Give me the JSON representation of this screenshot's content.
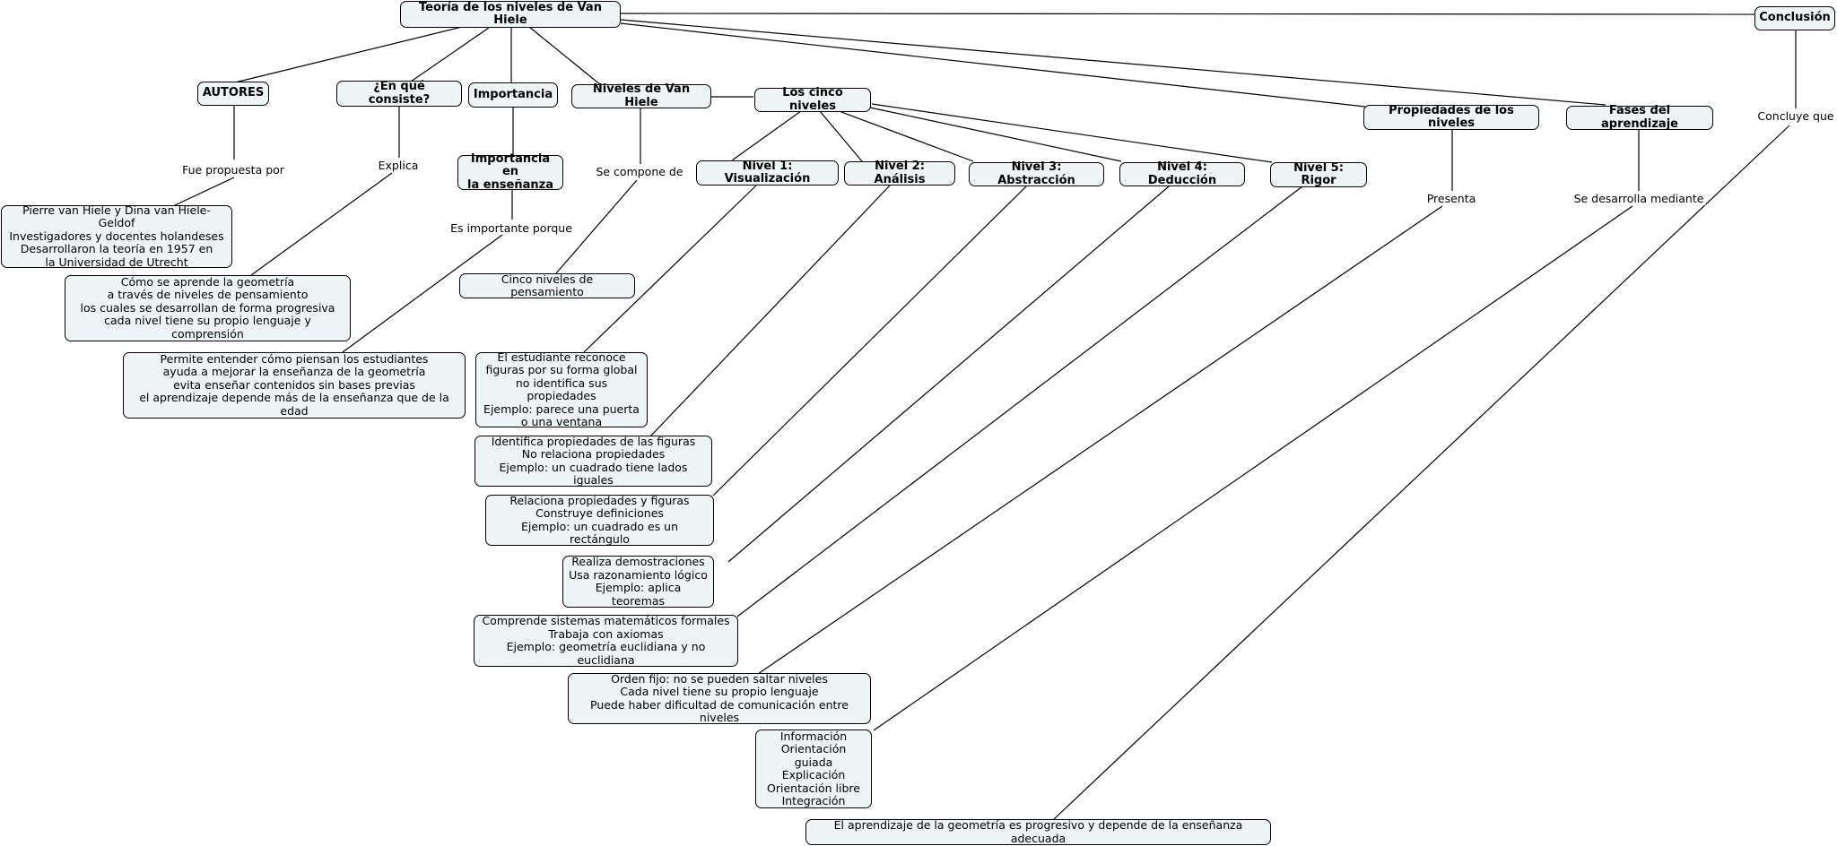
{
  "root": "Teoría de los niveles de Van Hiele",
  "conclusion": "Conclusión",
  "level1_nodes": {
    "autores": "AUTORES",
    "en_que_consiste": "¿En qué consiste?",
    "importancia": "Importancia",
    "niveles": "Niveles de Van Hiele",
    "cinco_niveles": "Los cinco niveles",
    "propiedades": "Propiedades de los niveles",
    "fases": "Fases del aprendizaje",
    "importancia_ensenanza": "Importancia en\nla enseñanza"
  },
  "levels": {
    "n1": "Nivel 1: Visualización",
    "n2": "Nivel 2: Análisis",
    "n3": "Nivel 3: Abstracción",
    "n4": "Nivel 4: Deducción",
    "n5": "Nivel 5: Rigor"
  },
  "link_labels": {
    "fue_propuesta": "Fue propuesta por",
    "explica": "Explica",
    "es_importante": "Es importante porque",
    "se_compone": "Se compone de",
    "presenta": "Presenta",
    "se_desarrolla": "Se desarrolla mediante",
    "concluye": "Concluye que"
  },
  "details": {
    "autores": "Pierre van Hiele y Dina van Hiele-Geldof\nInvestigadores y docentes holandeses\nDesarrollaron la teoría en 1957 en\nla Universidad de Utrecht",
    "consiste": "Cómo se aprende la geometría\na través de niveles de pensamiento\nlos cuales se desarrollan de forma progresiva\ncada nivel tiene su propio lenguaje y comprensión",
    "importancia": "Permite entender cómo piensan los estudiantes\nayuda a mejorar la enseñanza de la geometría\nevita enseñar contenidos sin bases previas\nel aprendizaje depende más de la enseñanza que de la edad",
    "cinco": "Cinco niveles de pensamiento",
    "n1": "El estudiante reconoce\nfiguras por su forma global\nno identifica sus propiedades\nEjemplo: parece una puerta\no una ventana",
    "n2": "Identifica propiedades de las figuras\nNo relaciona propiedades\nEjemplo: un cuadrado tiene lados iguales",
    "n3": "Relaciona propiedades y figuras\nConstruye definiciones\nEjemplo: un cuadrado es un rectángulo",
    "n4": "Realiza demostraciones\nUsa razonamiento lógico\nEjemplo: aplica teoremas",
    "n5": "Comprende sistemas matemáticos formales\nTrabaja con axiomas\nEjemplo: geometría euclidiana y no euclidiana",
    "propiedades": "Orden fijo: no se pueden saltar niveles\nCada nivel tiene su propio lenguaje\nPuede haber dificultad de comunicación entre niveles",
    "fases": "Información\nOrientación guiada\nExplicación\nOrientación libre\nIntegración",
    "conclusion": "El aprendizaje de la geometría es progresivo y depende de la enseñanza adecuada"
  }
}
